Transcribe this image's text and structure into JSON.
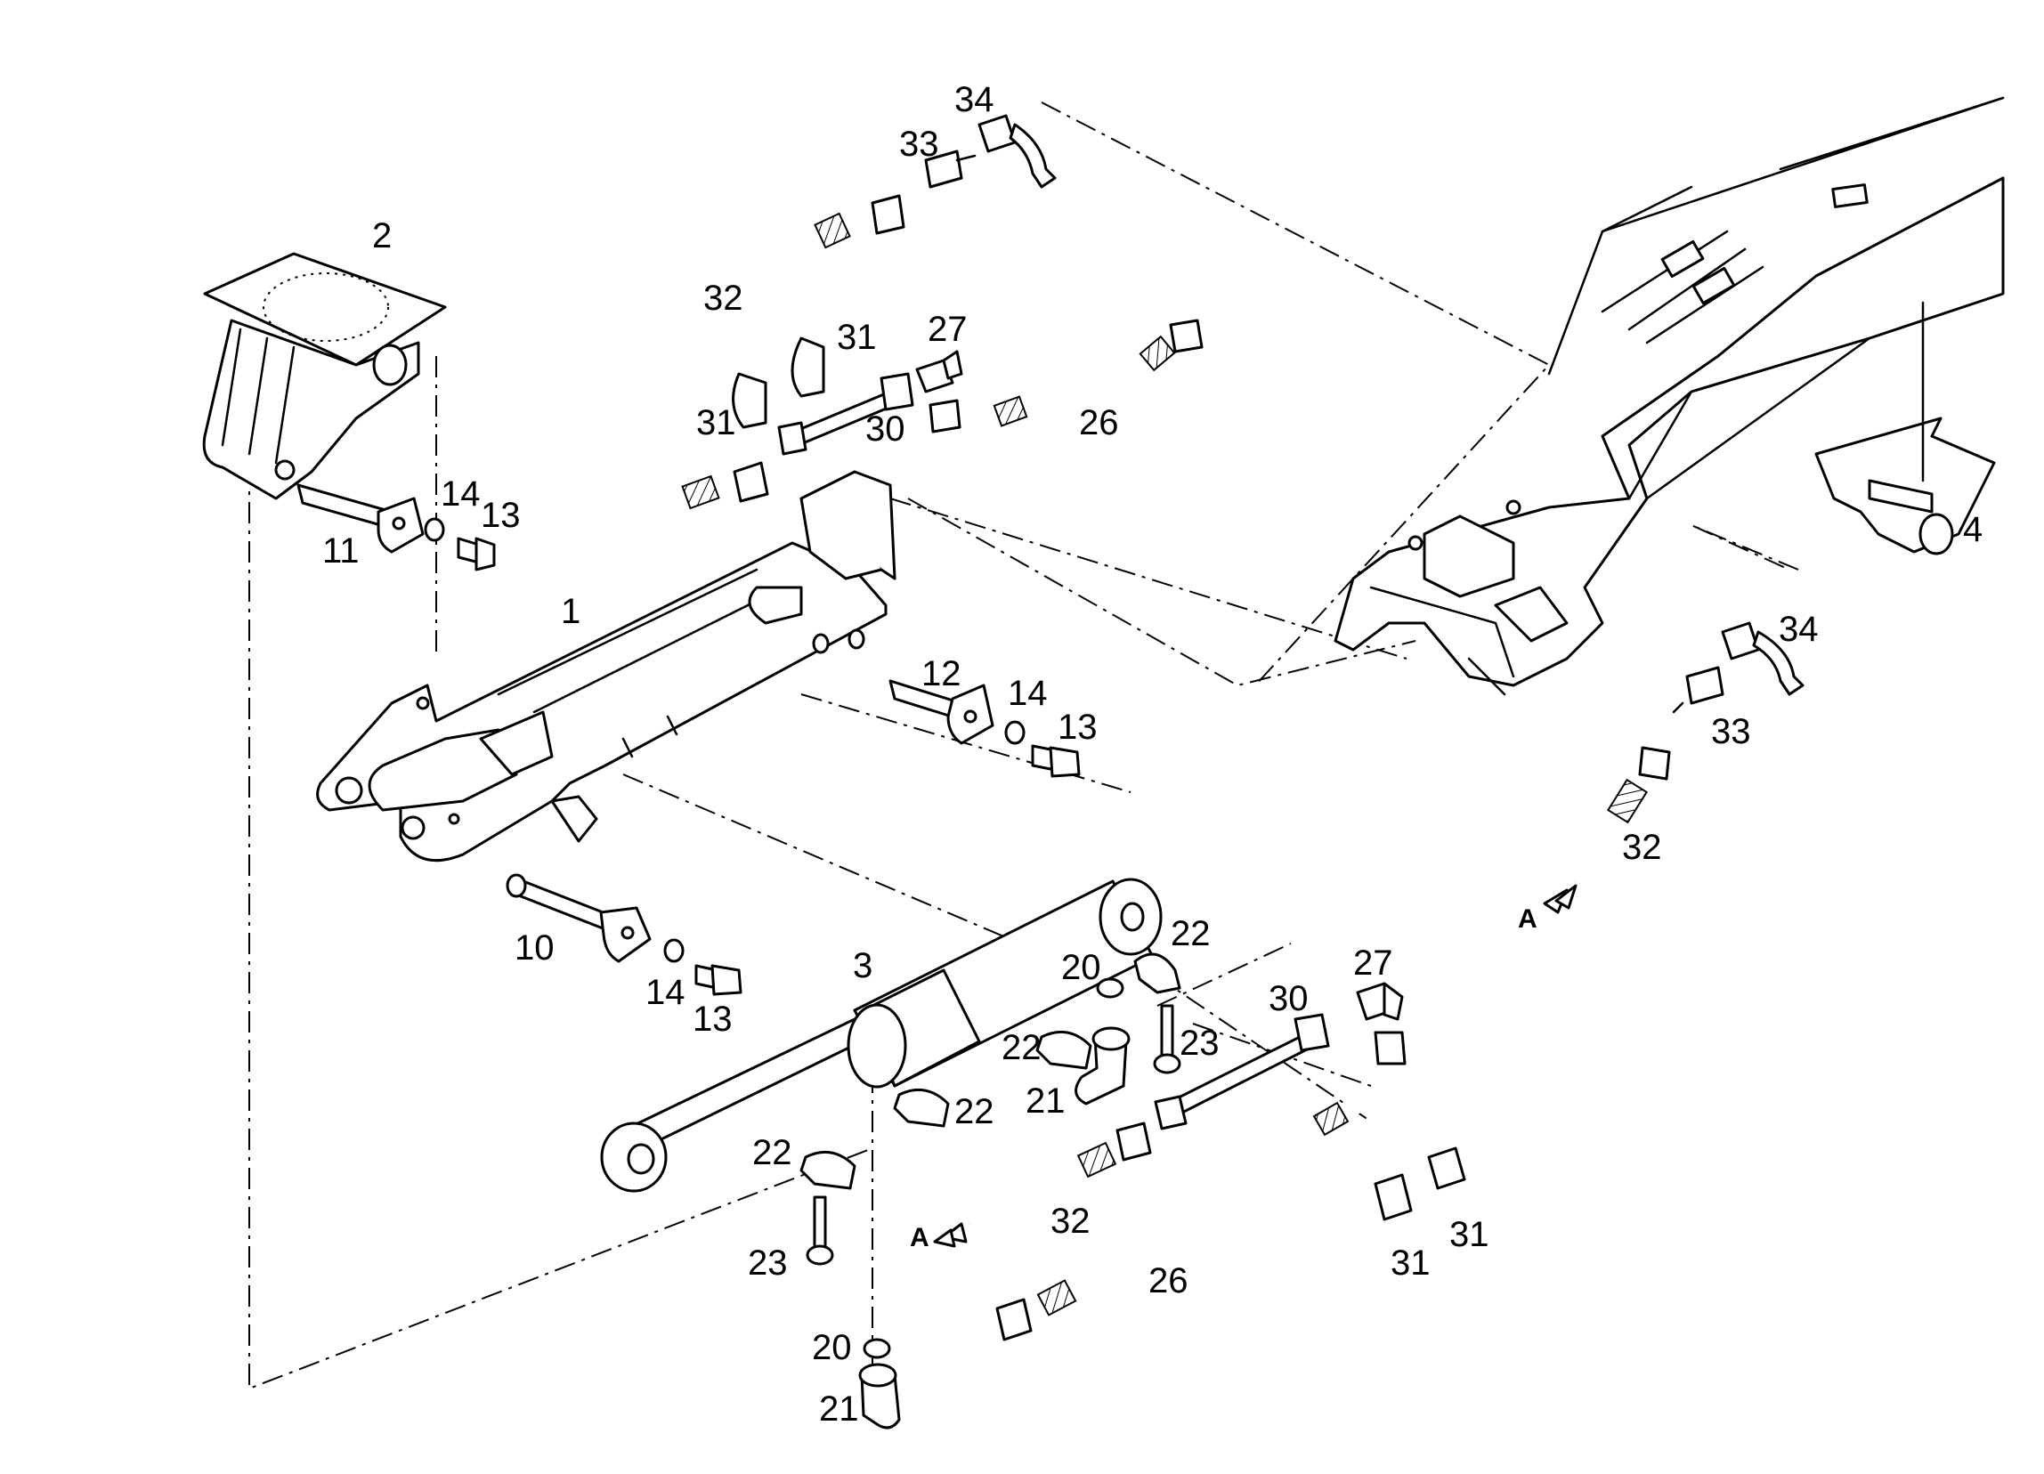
{
  "callouts": {
    "c1": "1",
    "c2": "2",
    "c3": "3",
    "c4": "4",
    "c10": "10",
    "c11": "11",
    "c12": "12",
    "c13a": "13",
    "c13b": "13",
    "c13c": "13",
    "c14a": "14",
    "c14b": "14",
    "c14c": "14",
    "c20a": "20",
    "c20b": "20",
    "c21a": "21",
    "c21b": "21",
    "c22a": "22",
    "c22b": "22",
    "c22c": "22",
    "c22d": "22",
    "c23a": "23",
    "c23b": "23",
    "c26a": "26",
    "c26b": "26",
    "c27a": "27",
    "c27b": "27",
    "c30a": "30",
    "c30b": "30",
    "c31a": "31",
    "c31b": "31",
    "c31c": "31",
    "c31d": "31",
    "c32a": "32",
    "c32b": "32",
    "c32c": "32",
    "c33a": "33",
    "c33b": "33",
    "c34a": "34",
    "c34b": "34",
    "arrowA1": "A",
    "arrowA2": "A"
  }
}
